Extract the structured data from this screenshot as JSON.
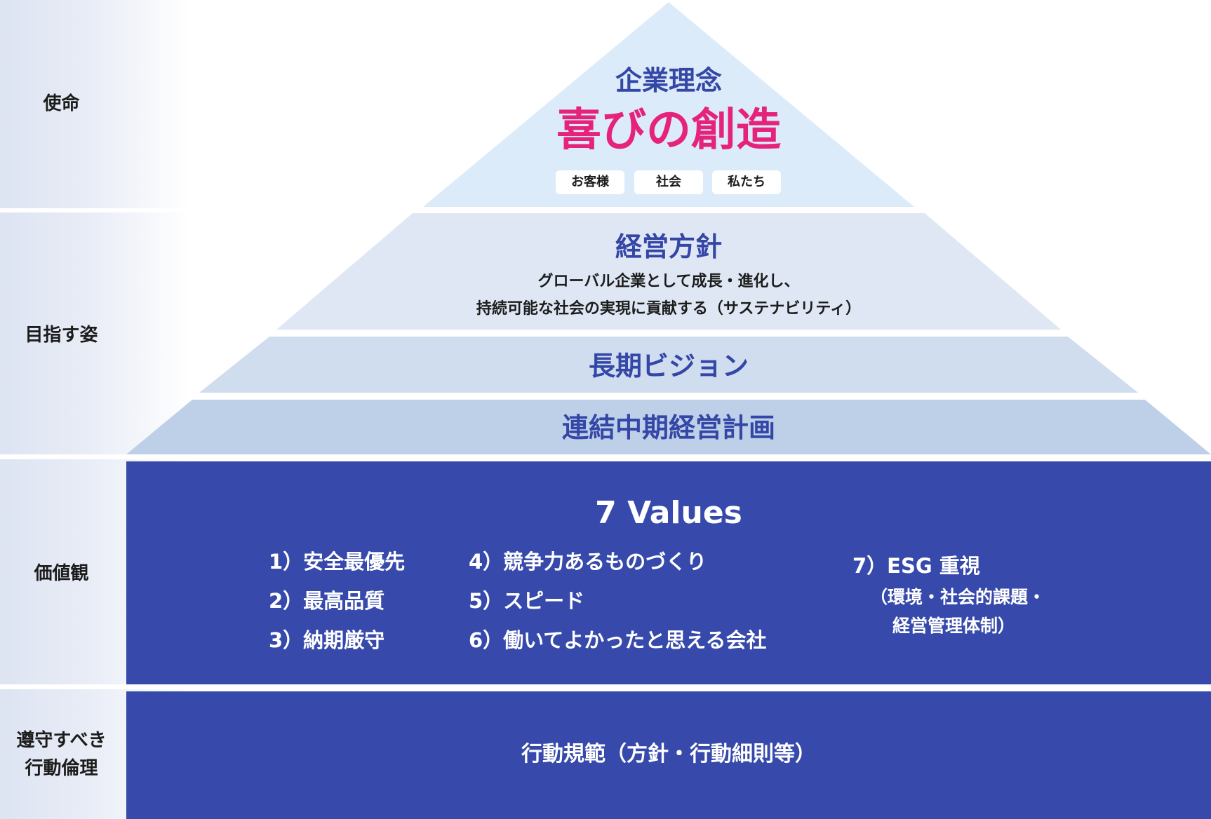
{
  "side_labels": {
    "mission": "使命",
    "aspiration": "目指す姿",
    "values": "価値観",
    "ethics_line1": "遵守すべき",
    "ethics_line2": "行動倫理"
  },
  "philosophy": {
    "label": "企業理念",
    "title": "喜びの創造",
    "chips": [
      "お客様",
      "社会",
      "私たち"
    ]
  },
  "policy": {
    "title": "経営方針",
    "line1": "グローバル企業として成長・進化し、",
    "line2": "持続可能な社会の実現に貢献する（サステナビリティ）"
  },
  "vision": {
    "title": "長期ビジョン"
  },
  "midterm": {
    "title": "連結中期経営計画"
  },
  "values_block": {
    "title": "7 Values",
    "items": [
      "1）安全最優先",
      "2）最高品質",
      "3）納期厳守",
      "4）競争力あるものづくり",
      "5）スピード",
      "6）働いてよかったと思える会社",
      "7）ESG 重視"
    ],
    "item7_sub1": "（環境・社会的課題・",
    "item7_sub2": "経営管理体制）"
  },
  "conduct": {
    "text": "行動規範（方針・行動細則等）"
  },
  "colors": {
    "tier1": "#dcebf9",
    "tier2": "#dfe7f4",
    "tier3": "#d0ddef",
    "tier4": "#bed0e8",
    "panel": "#374aab",
    "accent_pink": "#e5237c",
    "heading_blue": "#3446a6"
  }
}
